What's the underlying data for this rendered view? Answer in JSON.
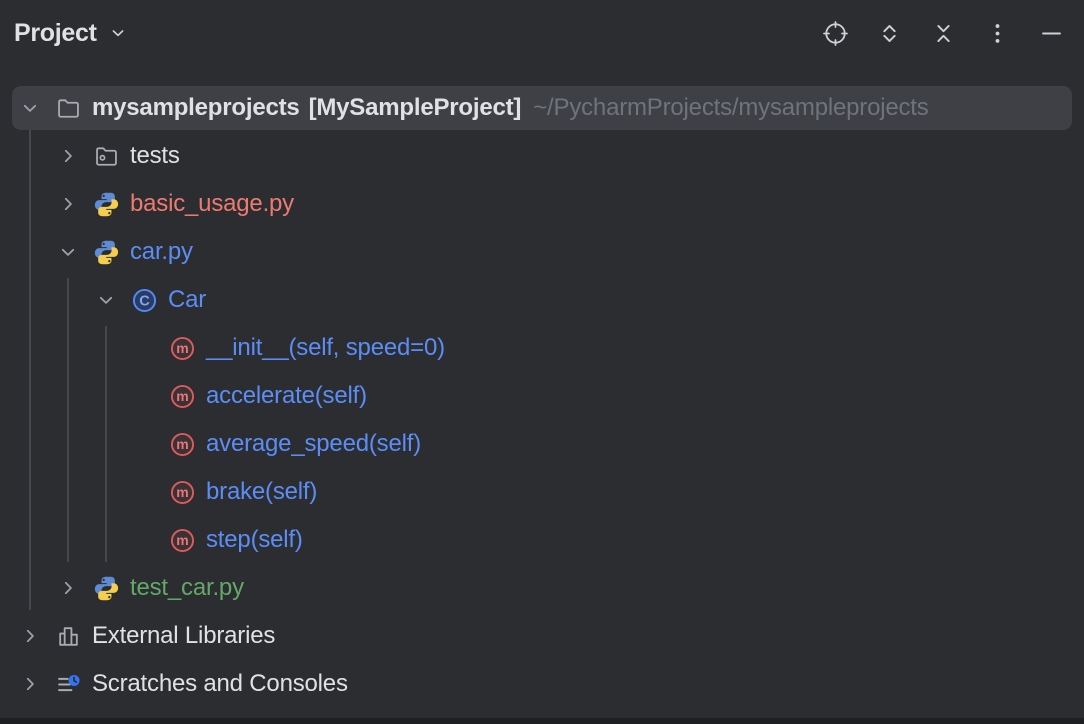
{
  "header": {
    "title": "Project",
    "actions": [
      "locate-icon",
      "expand-all-icon",
      "collapse-all-icon",
      "more-options-icon",
      "hide-icon"
    ]
  },
  "tree": {
    "items": [
      {
        "label": "mysampleprojects",
        "suffix": "[MySampleProject]",
        "path": "~/PycharmProjects/mysampleprojects",
        "icon": "folder",
        "level": 0,
        "state": "expanded",
        "selected": true,
        "bold": true,
        "color": "default"
      },
      {
        "label": "tests",
        "icon": "folder-test",
        "level": 1,
        "state": "collapsed",
        "color": "default"
      },
      {
        "label": "basic_usage.py",
        "icon": "python",
        "level": 1,
        "state": "collapsed",
        "color": "red"
      },
      {
        "label": "car.py",
        "icon": "python",
        "level": 1,
        "state": "expanded",
        "color": "blue"
      },
      {
        "label": "Car",
        "icon": "class",
        "level": 2,
        "state": "expanded",
        "color": "blue"
      },
      {
        "label": "__init__(self, speed=0)",
        "icon": "method",
        "level": 3,
        "state": "none",
        "color": "blue"
      },
      {
        "label": "accelerate(self)",
        "icon": "method",
        "level": 3,
        "state": "none",
        "color": "blue"
      },
      {
        "label": "average_speed(self)",
        "icon": "method",
        "level": 3,
        "state": "none",
        "color": "blue"
      },
      {
        "label": "brake(self)",
        "icon": "method",
        "level": 3,
        "state": "none",
        "color": "blue"
      },
      {
        "label": "step(self)",
        "icon": "method",
        "level": 3,
        "state": "none",
        "color": "blue"
      },
      {
        "label": "test_car.py",
        "icon": "python",
        "level": 1,
        "state": "collapsed",
        "color": "green"
      },
      {
        "label": "External Libraries",
        "icon": "libraries",
        "level": 0,
        "state": "collapsed",
        "color": "default"
      },
      {
        "label": "Scratches and Consoles",
        "icon": "scratches",
        "level": 0,
        "state": "collapsed",
        "color": "default"
      }
    ],
    "colors": {
      "default": "#DFE1E5",
      "red": "#ED7A72",
      "blue": "#5C8DF5",
      "green": "#63A868",
      "path": "#6F737C",
      "selected_bg": "#3E4045",
      "panel_bg": "#2B2D30",
      "class_ring": "#548AF7",
      "method_ring": "#DB5C5C"
    }
  }
}
